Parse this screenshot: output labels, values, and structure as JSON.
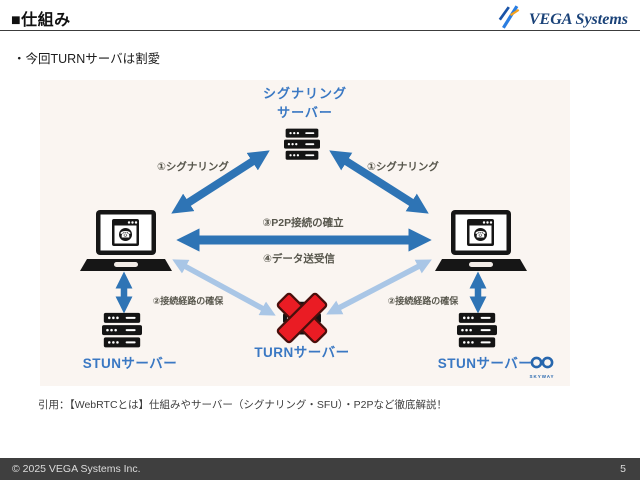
{
  "slide": {
    "title": "■仕組み",
    "bullet": "・今回TURNサーバは割愛",
    "citation": "引用：【WebRTCとは】仕組みやサーバー（シグナリング・SFU）・P2Pなど徹底解説！"
  },
  "logo": {
    "text": "VEGA Systems"
  },
  "diagram": {
    "nodes": {
      "signaling_line1": "シグナリング",
      "signaling_line2": "サーバー",
      "stun_left": "STUNサーバー",
      "stun_right": "STUNサーバー",
      "turn": "TURNサーバー"
    },
    "labels": {
      "signaling_left": "①シグナリング",
      "signaling_right": "①シグナリング",
      "p2p_establish": "③P2P接続の確立",
      "data_exchange": "④データ送受信",
      "route_left": "②接続経路の確保",
      "route_right": "②接続経路の確保"
    },
    "watermark": "SKYWAY",
    "colors": {
      "arrow_dark": "#2e74b5",
      "arrow_light": "#a9c6e6",
      "node_label_blue": "#3a78c3",
      "turn_cross_red": "#ea1c24",
      "panel_background": "#faf5f1",
      "footer_background": "#3f3f3f"
    }
  },
  "footer": {
    "copyright": "©  2025 VEGA Systems Inc.",
    "page": "5"
  }
}
